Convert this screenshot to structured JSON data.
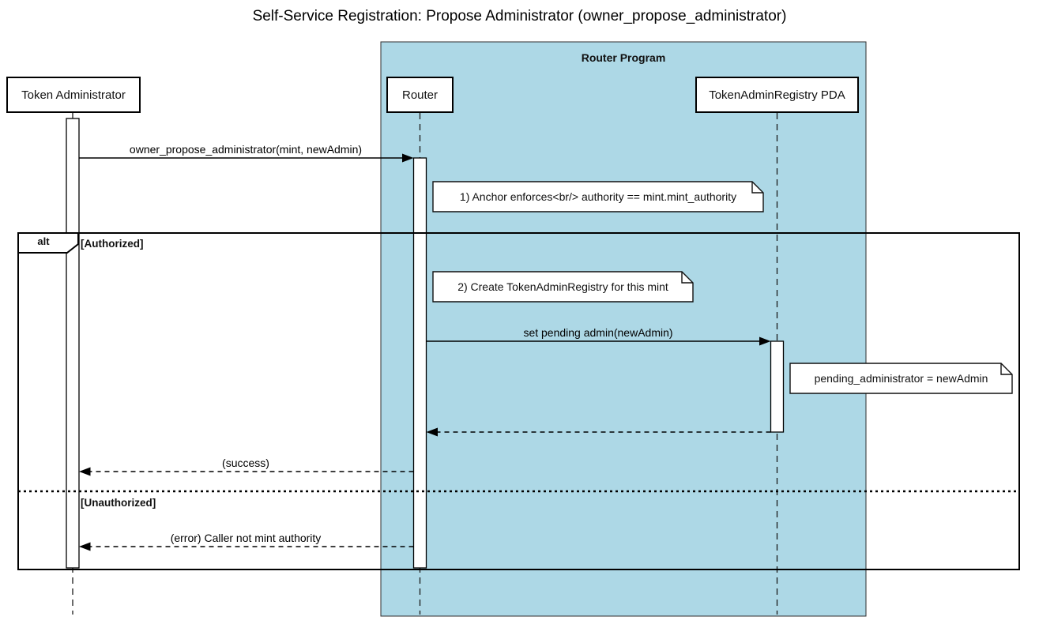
{
  "diagram": {
    "title": "Self-Service Registration: Propose Administrator (owner_propose_administrator)",
    "type": "sequence-diagram"
  },
  "container": {
    "label": "Router Program",
    "fill": "#ADD8E6"
  },
  "participants": [
    {
      "label": "Token Administrator"
    },
    {
      "label": "Router"
    },
    {
      "label": "TokenAdminRegistry PDA"
    }
  ],
  "messages": [
    {
      "from": "Token Administrator",
      "to": "Router",
      "line": "solid",
      "label": "owner_propose_administrator(mint, newAdmin)"
    },
    {
      "from": "Router",
      "to": "TokenAdminRegistry PDA",
      "line": "solid",
      "label": "set pending admin(newAdmin)"
    },
    {
      "from": "TokenAdminRegistry PDA",
      "to": "Router",
      "line": "dashed",
      "label": ""
    },
    {
      "from": "Router",
      "to": "Token Administrator",
      "line": "dashed",
      "label": "(success)"
    },
    {
      "from": "Router",
      "to": "Token Administrator",
      "line": "dashed",
      "label": "(error) Caller not mint authority"
    }
  ],
  "notes": [
    {
      "label": "1) Anchor enforces<br/> authority == mint.mint_authority"
    },
    {
      "label": "2) Create TokenAdminRegistry for this mint"
    },
    {
      "label": "pending_administrator = newAdmin"
    }
  ],
  "alt_frame": {
    "operator": "alt",
    "guards": [
      "[Authorized]",
      "[Unauthorized]"
    ]
  }
}
